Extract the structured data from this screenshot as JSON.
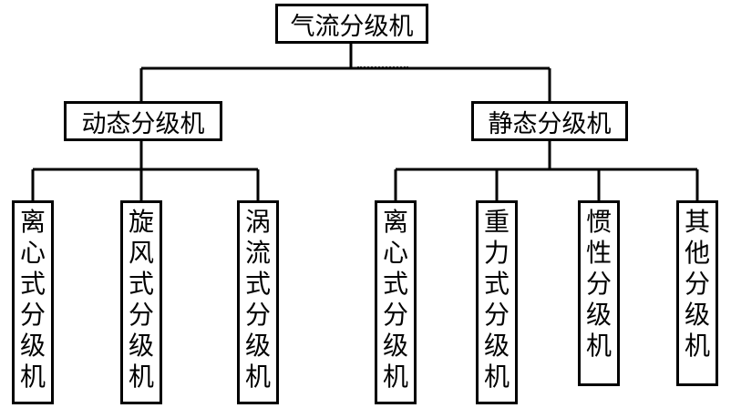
{
  "diagram": {
    "root": "气流分级机",
    "branches": [
      {
        "title": "动态分级机",
        "children": [
          "离心式分级机",
          "旋风式分级机",
          "涡流式分级机"
        ]
      },
      {
        "title": "静态分级机",
        "children": [
          "离心式分级机",
          "重力式分级机",
          "惯性分级机",
          "其他分级机"
        ]
      }
    ]
  }
}
